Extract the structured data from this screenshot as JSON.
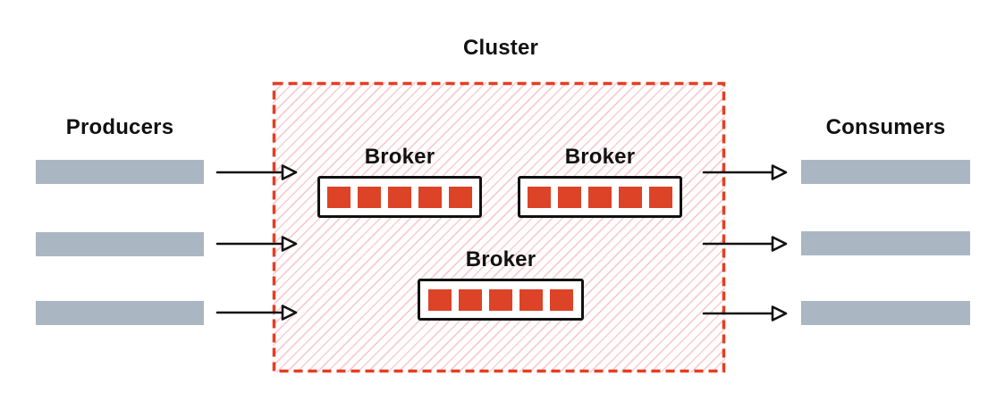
{
  "title": "Cluster",
  "producers": {
    "label": "Producers",
    "bars": 3
  },
  "consumers": {
    "label": "Consumers",
    "bars": 3
  },
  "brokers": [
    {
      "label": "Broker",
      "partitions": 5
    },
    {
      "label": "Broker",
      "partitions": 5
    },
    {
      "label": "Broker",
      "partitions": 5
    }
  ],
  "colors": {
    "partition_red": "#dc4327",
    "cluster_border_red": "#e63e22",
    "hatch_pink": "#f8ccd2",
    "bar_gray": "#aab7c3",
    "text_black": "#111111"
  }
}
